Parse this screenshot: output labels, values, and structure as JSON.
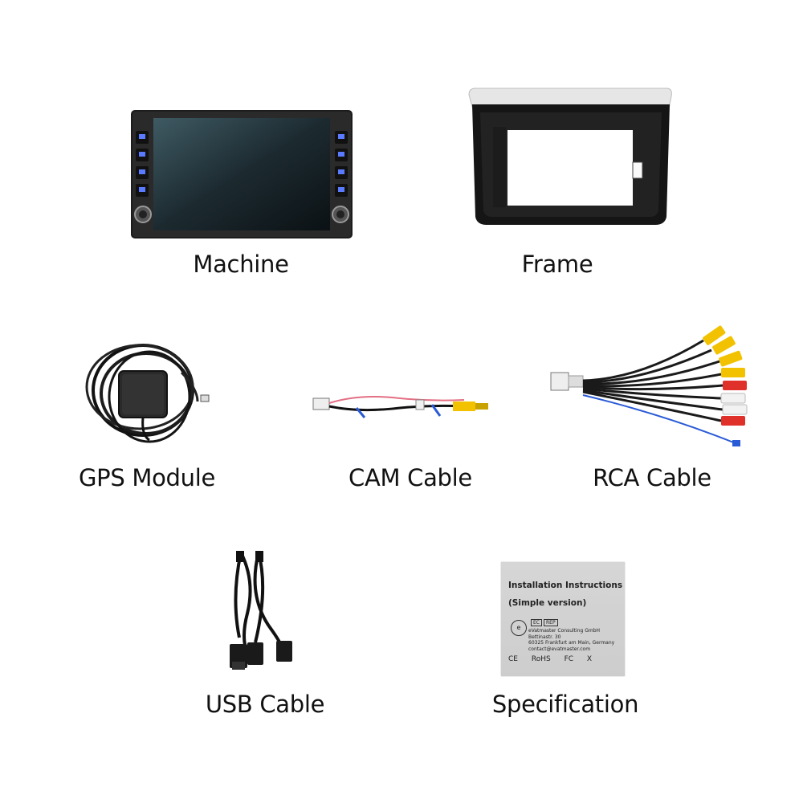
{
  "items": [
    {
      "id": "machine",
      "label": "Machine"
    },
    {
      "id": "frame",
      "label": "Frame"
    },
    {
      "id": "gps",
      "label": "GPS Module"
    },
    {
      "id": "cam",
      "label": "CAM Cable"
    },
    {
      "id": "rca",
      "label": "RCA Cable"
    },
    {
      "id": "usb",
      "label": "USB Cable"
    },
    {
      "id": "spec",
      "label": "Specification"
    }
  ],
  "manual": {
    "title_line1": "Installation Instructions",
    "title_line2": "(Simple version)",
    "ec_label": "EC",
    "rep_label": "REP",
    "address_line1": "eVatmaster Consulting GmbH",
    "address_line2": "Bettinastr. 30",
    "address_line3": "60325 Frankfurt am Main, Germany",
    "address_line4": "contact@evatmaster.com",
    "mark_ce": "CE",
    "mark_rohs": "RoHS",
    "mark_fc": "FC",
    "mark_weee": "X"
  },
  "colors": {
    "yellow_plug": "#f2c200",
    "red_plug": "#e0302a",
    "white_plug": "#f2f2f2",
    "blue_wire": "#2a5bd6"
  }
}
